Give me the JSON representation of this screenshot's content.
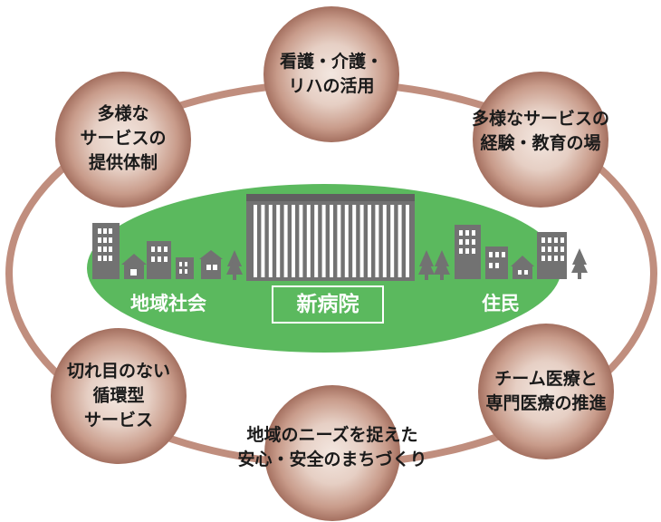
{
  "center": {
    "hospital_label": "新病院",
    "left_label": "地域社会",
    "right_label": "住民"
  },
  "circles": [
    {
      "id": "top",
      "lines": [
        "看護・介護・",
        "リハの活用"
      ]
    },
    {
      "id": "top-left",
      "lines": [
        "多様な",
        "サービスの",
        "提供体制"
      ]
    },
    {
      "id": "top-right",
      "lines": [
        "多様なサービスの",
        "経験・教育の場"
      ]
    },
    {
      "id": "bottom-left",
      "lines": [
        "切れ目のない",
        "循環型",
        "サービス"
      ]
    },
    {
      "id": "bottom-right",
      "lines": [
        "チーム医療と",
        "専門医療の推進"
      ]
    },
    {
      "id": "bottom",
      "lines": [
        "地域のニーズを捉えた",
        "安心・安全のまちづくり"
      ]
    }
  ],
  "colors": {
    "ring": "#c08e7e",
    "circle_center": "#f1e4dd",
    "circle_mid": "#d2aa9a",
    "circle_edge": "#a87262",
    "ellipse_green": "#5bb95e",
    "building": "#727272"
  }
}
